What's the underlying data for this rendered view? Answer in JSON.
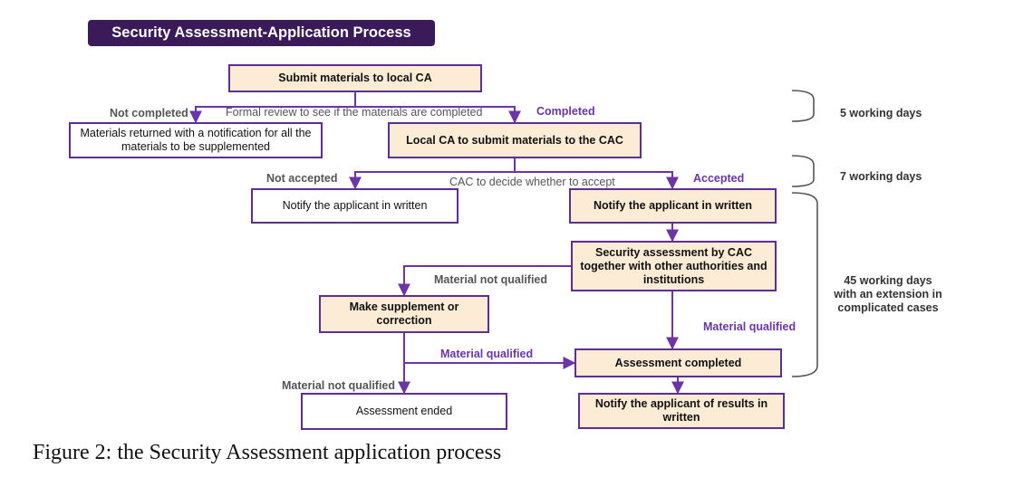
{
  "title": "Security Assessment-Application Process",
  "boxes": {
    "submit": "Submit materials to local CA",
    "returned": "Materials returned with a notification for all the materials to be supplemented",
    "local_ca": "Local CA to submit materials to the CAC",
    "notify_rejected": "Notify the applicant in written",
    "notify_accepted": "Notify the applicant in written",
    "security_assessment": "Security assessment by CAC together with other authorities and institutions",
    "supplement": "Make supplement or correction",
    "completed": "Assessment completed",
    "ended": "Assessment ended",
    "notify_results": "Notify the applicant of results in written"
  },
  "labels": {
    "not_completed": "Not completed",
    "formal_review": "Formal review to see if the materials are completed",
    "completed": "Completed",
    "not_accepted": "Not accepted",
    "cac_decide": "CAC to decide whether to accept",
    "accepted": "Accepted",
    "material_not_qualified_1": "Material not qualified",
    "material_qualified_1": "Material qualified",
    "material_qualified_2": "Material qualified",
    "material_not_qualified_2": "Material not qualified"
  },
  "timeline": {
    "stage1": "5 working days",
    "stage2": "7 working days",
    "stage3": "45 working days with an extension in complicated cases"
  },
  "caption": "Figure 2: the Security Assessment application process",
  "colors": {
    "banner": "#3b1a59",
    "box_border": "#5e2f91",
    "box_fill": "#fcecd6",
    "arrow": "#6a35a8"
  }
}
